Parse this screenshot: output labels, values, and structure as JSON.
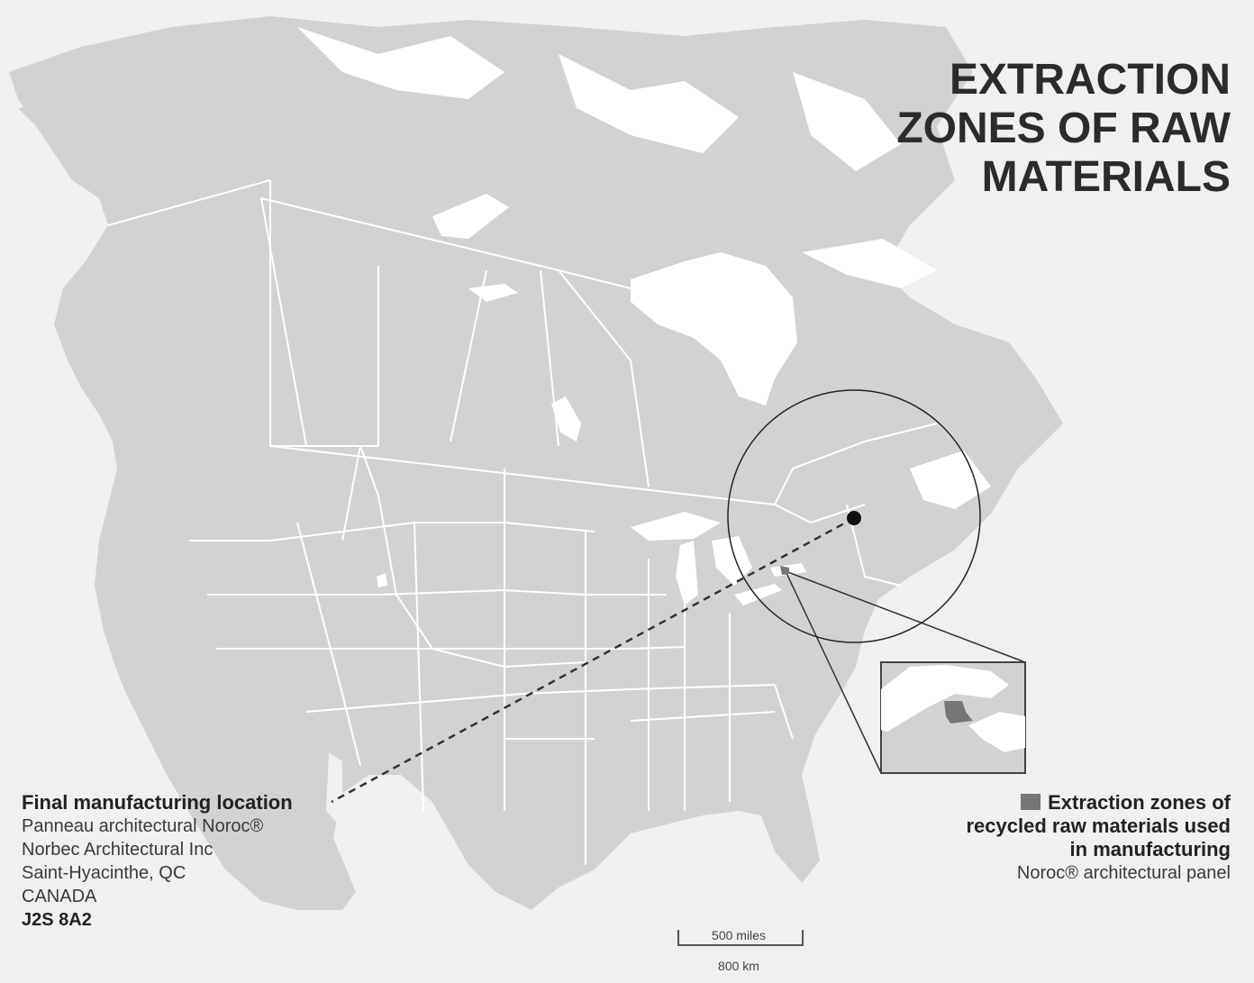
{
  "title": {
    "line1": "EXTRACTION",
    "line2": "ZONES OF RAW",
    "line3": "MATERIALS"
  },
  "manufacturing": {
    "heading": "Final manufacturing location",
    "line1": "Panneau architectural Noroc®",
    "line2": "Norbec Architectural Inc",
    "line3": "Saint-Hyacinthe, QC",
    "line4": "CANADA",
    "postal": "J2S 8A2"
  },
  "extraction_legend": {
    "heading_line1": "Extraction zones of",
    "heading_line2": "recycled raw materials used",
    "heading_line3": "in manufacturing",
    "product": "Noroc® architectural panel",
    "swatch_color": "#767676"
  },
  "scale": {
    "miles": "500 miles",
    "km": "800 km"
  },
  "colors": {
    "background": "#f0f0f0",
    "land": "#d2d2d2",
    "water": "#ffffff",
    "borders": "#ffffff",
    "marker": "#111111",
    "extraction_zone": "#767676"
  }
}
